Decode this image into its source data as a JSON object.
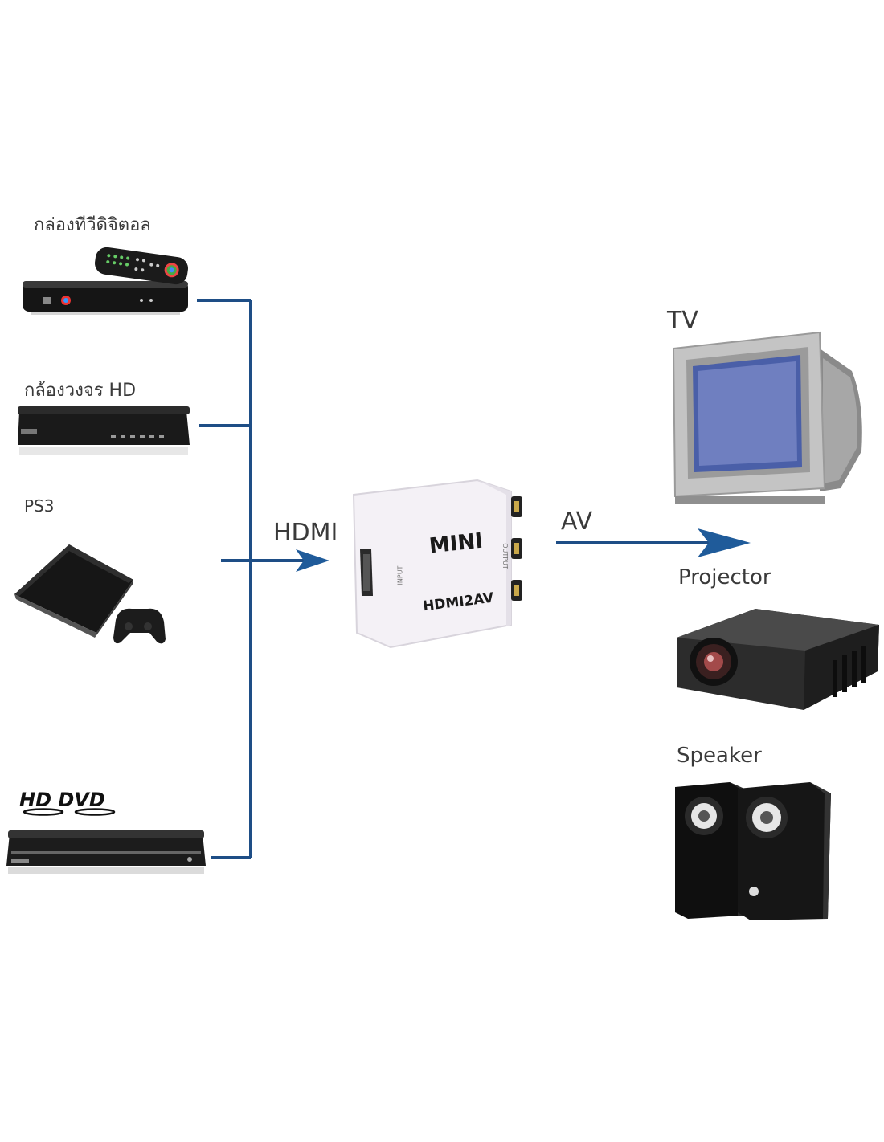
{
  "sources": [
    {
      "id": "set-top-box",
      "label": "กล่องทีวีดิจิตอล"
    },
    {
      "id": "cctv-dvr",
      "label": "กล้องวงจร HD"
    },
    {
      "id": "ps3",
      "label": "PS3"
    },
    {
      "id": "hd-dvd",
      "label": "HD DVD"
    }
  ],
  "converter": {
    "brand": "MINI",
    "model": "HDMI2AV",
    "input_port_label": "INPUT",
    "output_port_label": "OUTPUT"
  },
  "connections": {
    "input_label": "HDMI",
    "output_label": "AV"
  },
  "outputs": [
    {
      "id": "tv",
      "label": "TV"
    },
    {
      "id": "projector",
      "label": "Projector"
    },
    {
      "id": "speaker",
      "label": "Speaker"
    }
  ],
  "colors": {
    "wire": "#1e4e86",
    "arrow": "#1f5b9a"
  },
  "icons": [
    "remote-icon",
    "set-top-box-icon",
    "dvr-icon",
    "game-console-icon",
    "gamepad-icon",
    "hd-dvd-logo",
    "dvd-player-icon",
    "converter-box-icon",
    "tv-icon",
    "projector-icon",
    "speaker-icon"
  ]
}
